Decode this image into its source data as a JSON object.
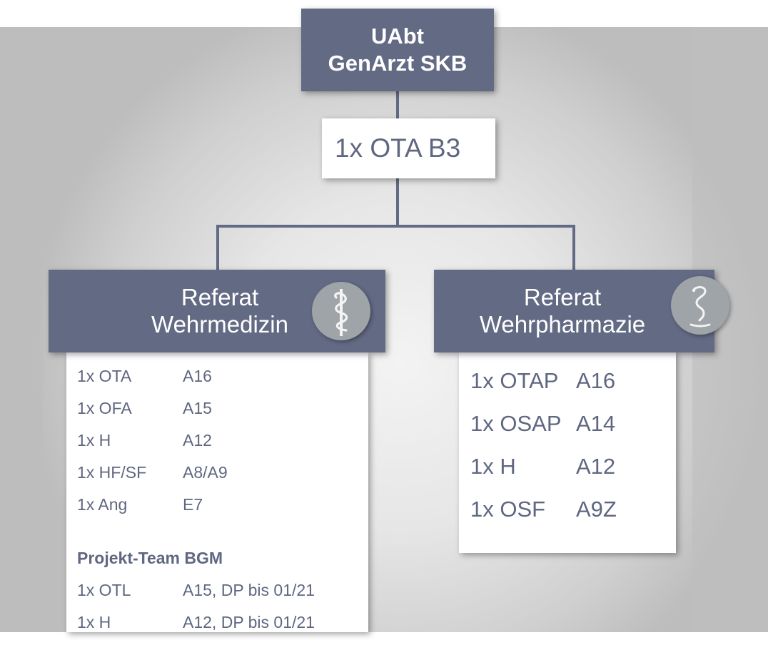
{
  "top": {
    "line1": "UAbt",
    "line2": "GenArzt SKB"
  },
  "staff": {
    "label": "1x OTA B3"
  },
  "departments": [
    {
      "title_line1": "Referat",
      "title_line2": "Wehrmedizin",
      "icon": "rod-of-asclepius-icon",
      "rows": [
        {
          "count_role": "1x OTA",
          "grade": "A16"
        },
        {
          "count_role": "1x OFA",
          "grade": "A15"
        },
        {
          "count_role": "1x H",
          "grade": "A12"
        },
        {
          "count_role": "1x HF/SF",
          "grade": "A8/A9"
        },
        {
          "count_role": "1x Ang",
          "grade": "E7"
        }
      ],
      "section": {
        "title": "Projekt-Team BGM",
        "rows": [
          {
            "count_role": "1x OTL",
            "grade": "A15, DP bis 01/21"
          },
          {
            "count_role": "1x H",
            "grade": "A12, DP bis 01/21"
          }
        ]
      }
    },
    {
      "title_line1": "Referat",
      "title_line2": "Wehrpharmazie",
      "icon": "bowl-of-hygieia-icon",
      "rows": [
        {
          "count_role": "1x OTAP",
          "grade": "A16"
        },
        {
          "count_role": "1x OSAP",
          "grade": "A14"
        },
        {
          "count_role": "1x H",
          "grade": "A12"
        },
        {
          "count_role": "1x OSF",
          "grade": "A9Z"
        }
      ]
    }
  ],
  "colors": {
    "box_dark": "#636a84",
    "text_dark": "#5f6781",
    "icon_circle": "#9ea4a8"
  }
}
